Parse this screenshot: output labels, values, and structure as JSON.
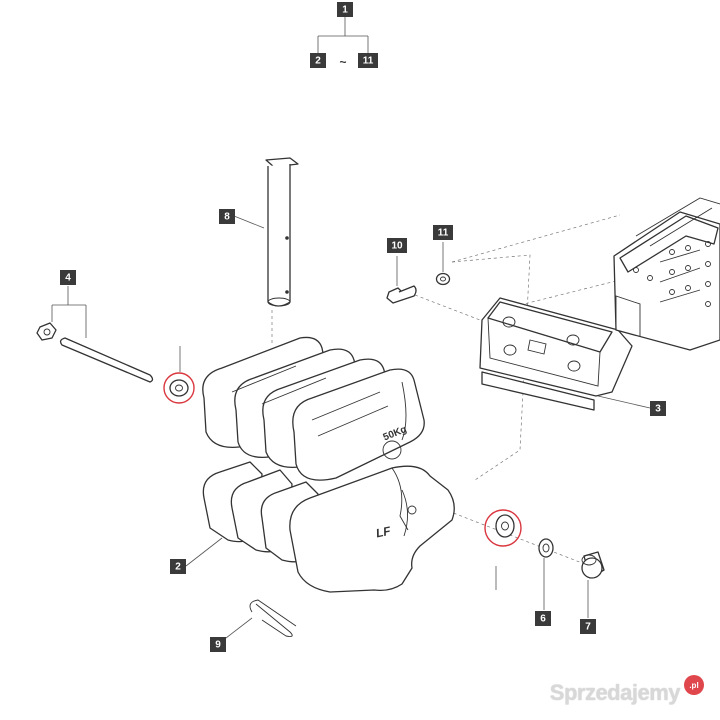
{
  "callouts": {
    "c1": "1",
    "c2_top": "2",
    "tilde": "~",
    "c11_top": "11",
    "c2": "2",
    "c3": "3",
    "c4": "4",
    "c6": "6",
    "c7": "7",
    "c8": "8",
    "c9": "9",
    "c10": "10",
    "c11": "11"
  },
  "embossed": {
    "weight_mark": "50Kg",
    "logo_mark": "LF"
  },
  "watermark": {
    "text": "Sprzedajemy",
    "badge": ".pl"
  },
  "colors": {
    "callout_fill": "#3a3a3a",
    "highlight_ring": "#d9363e",
    "watermark_badge": "#e0474c"
  }
}
